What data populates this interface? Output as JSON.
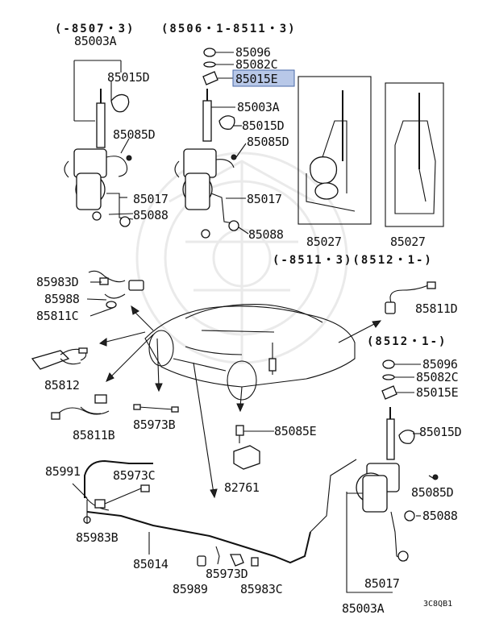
{
  "headers": {
    "top_range_1": "(-8507・3)",
    "top_range_2": "(8506・1-8511・3)",
    "mid_range": "(-8511・3)(8512・1-)",
    "right_range": "(8512・1-)"
  },
  "highlight_color": "#b8c8e8",
  "parts": {
    "p85003A_tl": "85003A",
    "p85015D_tl": "85015D",
    "p85085D_tl": "85085D",
    "p85017_tl": "85017",
    "p85088_tl": "85088",
    "p85096_t": "85096",
    "p85082C_t": "85082C",
    "p85015E_t": "85015E",
    "p85003A_t": "85003A",
    "p85015D_t": "85015D",
    "p85085D_t": "85085D",
    "p85017_t": "85017",
    "p85088_t": "85088",
    "p85027_a": "85027",
    "p85027_b": "85027",
    "p85983D": "85983D",
    "p85988": "85988",
    "p85811C": "85811C",
    "p85812": "85812",
    "p85811B": "85811B",
    "p85973B": "85973B",
    "p85811D": "85811D",
    "p85096_r": "85096",
    "p85082C_r": "85082C",
    "p85015E_r": "85015E",
    "p85085E": "85085E",
    "p82761": "82761",
    "p85015D_r": "85015D",
    "p85085D_r": "85085D",
    "p85088_r": "85088",
    "p85991": "85991",
    "p85973C": "85973C",
    "p85983B": "85983B",
    "p85014": "85014",
    "p85989": "85989",
    "p85973D": "85973D",
    "p85983C": "85983C",
    "p85017_r": "85017",
    "p85003A_r": "85003A"
  },
  "figure_code": "3C8QB1"
}
